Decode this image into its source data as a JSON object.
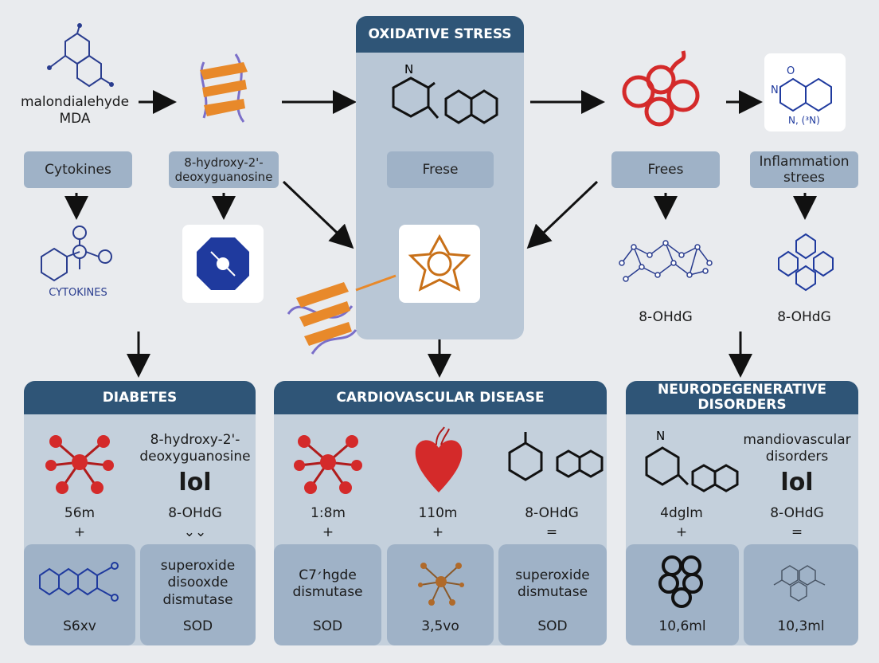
{
  "top": {
    "col1": {
      "name_line1": "malondialehyde",
      "name_line2": "MDA",
      "pill": "Cytokines",
      "bottom_label": "CYTOKINES"
    },
    "col2": {
      "label_line1": "8-hydroxy-2'-",
      "label_line2": "deoxyguanosine"
    },
    "center": {
      "title": "OXIDATIVE STRESS",
      "pill": "Frese",
      "n_label": "N"
    },
    "col4": {
      "pill": "Frees",
      "bottom_label": "8-OHdG"
    },
    "col5": {
      "pill_line1": "Inflammation",
      "pill_line2": "strees",
      "bottom_label": "8-OHdG",
      "card_text_o": "O",
      "card_text_n": "N",
      "card_text_formula": "N, (³N)"
    }
  },
  "groups": [
    {
      "title": "DIABETES",
      "c1_value": "56m",
      "c1_op": "+",
      "c2_line1": "8-hydroxy-2'-",
      "c2_line2": "deoxyguanosine",
      "c2_big": "lol",
      "c2_value": "8-OHdG",
      "c2_op": "⌄⌄",
      "s1_label": "S6xv",
      "s2_line1": "superoxide",
      "s2_line2": "disooxde",
      "s2_line3": "dismutase",
      "s2_label": "SOD"
    },
    {
      "title": "CARDIOVASCULAR DISEASE",
      "c1_value": "1:8m",
      "c1_op": "+",
      "c2_value": "110m",
      "c2_op": "+",
      "c3_value": "8-OHdG",
      "c3_op": "=",
      "s1_line1": "C׳7hgde",
      "s1_line2": "dismutase",
      "s1_label": "SOD",
      "s2_label": "3,5vo",
      "s3_line1": "superoxide",
      "s3_line2": "dismutase",
      "s3_label": "SOD"
    },
    {
      "title_line1": "NEURODEGENERATIVE",
      "title_line2": "DISORDERS",
      "c1_value": "4dglm",
      "c1_op": "+",
      "c1_n": "N",
      "c2_line1": "mandiovascular",
      "c2_line2": "disorders",
      "c2_big": "lol",
      "c2_value": "8-OHdG",
      "c2_op": "=",
      "s1_label": "10,6ml",
      "s2_label": "10,3ml"
    }
  ],
  "colors": {
    "navy": "#2f5577",
    "panel": "#b9c7d6",
    "group": "#c4d0dc",
    "pill": "#9fb2c7",
    "orange": "#e8892a",
    "red": "#d42a2a",
    "blue": "#1f3a9e"
  }
}
